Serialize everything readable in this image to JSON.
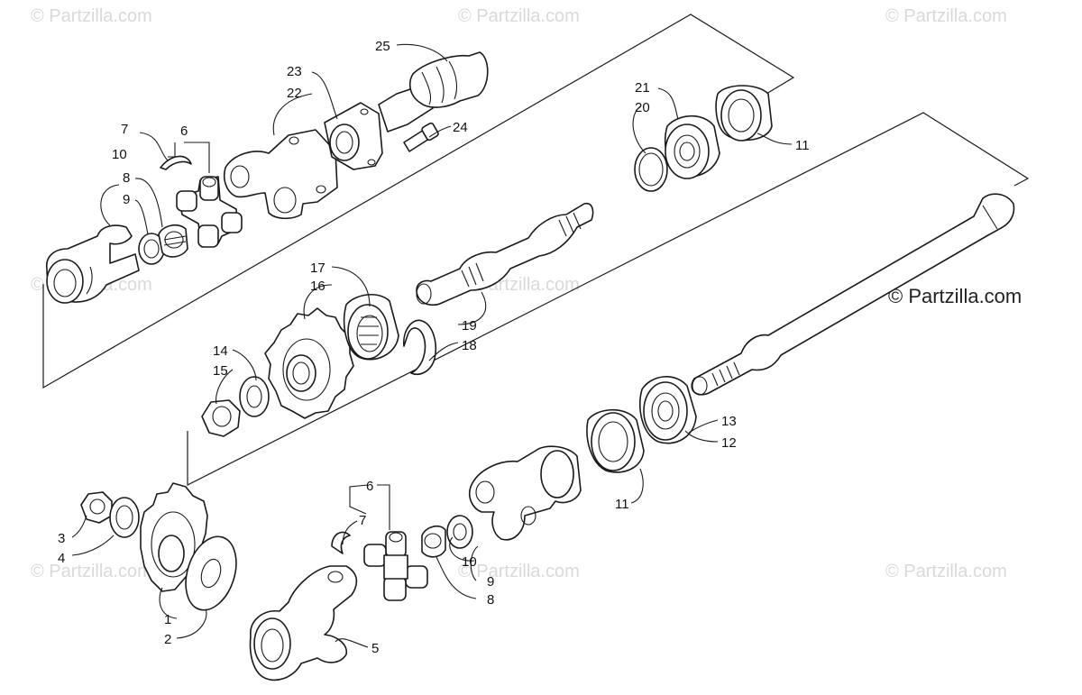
{
  "watermark": {
    "small_text": "© Partzilla.com",
    "main_text": "© Partzilla.com",
    "small_color": "#d9d9d9",
    "main_color": "#222222"
  },
  "callouts": {
    "c1": "1",
    "c2": "2",
    "c3": "3",
    "c4": "4",
    "c5": "5",
    "c6a": "6",
    "c6b": "6",
    "c7a": "7",
    "c7b": "7",
    "c8a": "8",
    "c8b": "8",
    "c9a": "9",
    "c9b": "9",
    "c10a": "10",
    "c10b": "10",
    "c11a": "11",
    "c11b": "11",
    "c12": "12",
    "c13": "13",
    "c14": "14",
    "c15": "15",
    "c16": "16",
    "c17": "17",
    "c18": "18",
    "c19": "19",
    "c20": "20",
    "c21": "21",
    "c22": "22",
    "c23": "23",
    "c24": "24",
    "c25": "25"
  },
  "icons": {
    "parts": [
      "u-joint-yoke-icon",
      "u-joint-cross-icon",
      "bearing-icon",
      "gear-icon",
      "shaft-icon",
      "nut-icon",
      "washer-icon",
      "snap-ring-icon",
      "boot-icon"
    ]
  }
}
